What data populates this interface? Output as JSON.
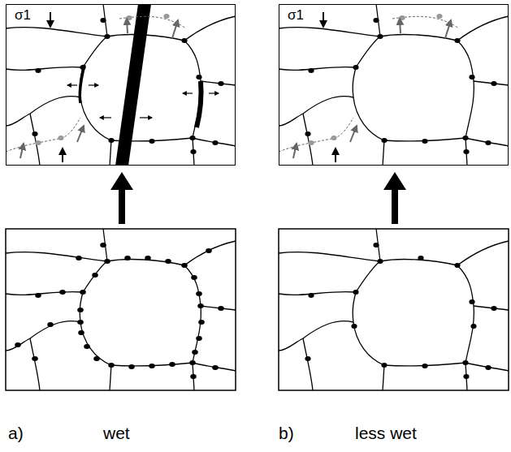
{
  "diagram": {
    "nodes": [
      {
        "text": [
          "σ1"
        ]
      },
      {
        "text": [
          "σ1"
        ]
      }
    ],
    "labels": [
      "a)",
      "wet",
      "b)",
      "less wet"
    ]
  }
}
